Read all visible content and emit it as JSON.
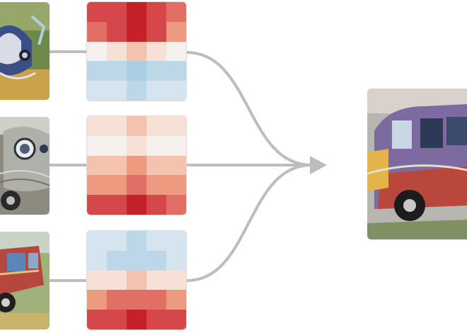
{
  "colors": {
    "connector": "#bdbdbd",
    "heat_scale": [
      "#c42129",
      "#d6474b",
      "#e26f65",
      "#ee9a80",
      "#f3c3b0",
      "#f7e0d6",
      "#f4f1ee",
      "#d5e4ef",
      "#bcd7e8",
      "#aacfe4"
    ]
  },
  "inputs": [
    {
      "image_icon": "car-feature-visualization-icon",
      "heatmap_levels": [
        [
          1,
          1,
          0,
          1,
          2
        ],
        [
          2,
          1,
          0,
          1,
          3
        ],
        [
          6,
          5,
          4,
          5,
          6
        ],
        [
          8,
          8,
          9,
          8,
          8
        ],
        [
          7,
          7,
          8,
          7,
          7
        ]
      ]
    },
    {
      "image_icon": "wheel-feature-visualization-icon",
      "heatmap_levels": [
        [
          5,
          5,
          4,
          5,
          5
        ],
        [
          6,
          6,
          5,
          6,
          6
        ],
        [
          4,
          4,
          3,
          4,
          4
        ],
        [
          3,
          3,
          2,
          3,
          3
        ],
        [
          1,
          1,
          0,
          1,
          2
        ]
      ]
    },
    {
      "image_icon": "window-feature-visualization-icon",
      "heatmap_levels": [
        [
          7,
          7,
          8,
          7,
          7
        ],
        [
          7,
          8,
          8,
          8,
          7
        ],
        [
          5,
          5,
          4,
          5,
          5
        ],
        [
          3,
          2,
          2,
          2,
          3
        ],
        [
          1,
          1,
          0,
          1,
          1
        ]
      ]
    }
  ],
  "output": {
    "image_icon": "combined-vehicle-visualization-icon"
  }
}
